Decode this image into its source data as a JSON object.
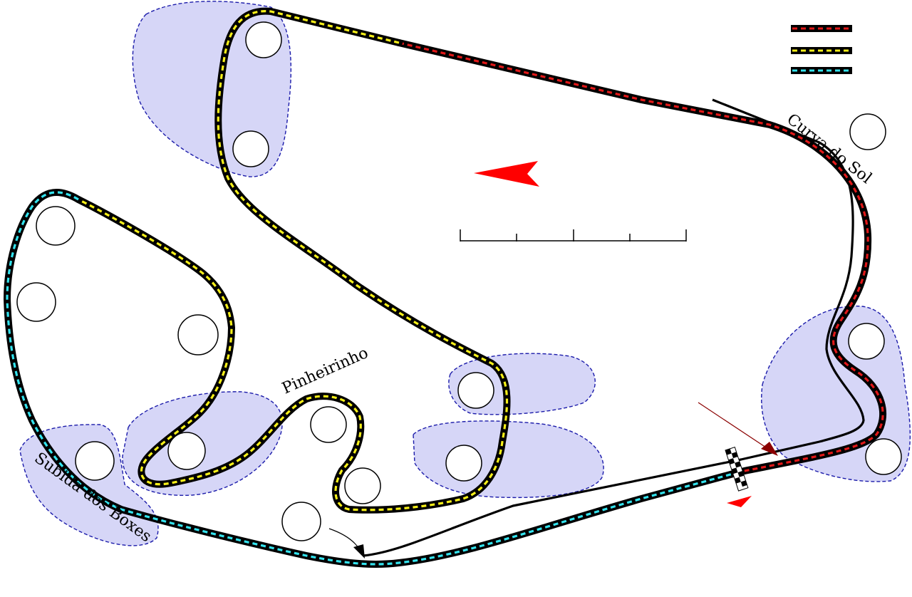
{
  "colors": {
    "sector1": "#e01818",
    "sector2": "#f7f019",
    "sector3": "#33e3ee",
    "zone_fill": "#d6d6f7",
    "zone_stroke": "#1b1baa",
    "arrow_red": "#ff0000",
    "pit_arrow": "#8b0000"
  },
  "icons": [
    "direction-arrow-icon",
    "checkered-flag-icon",
    "pointer-arrow-icon"
  ],
  "labels": {
    "curva_do_sol": "Curva do Sol",
    "pinheirinho": "Pinheirinho",
    "subida_dos_boxes": "Subida dos Boxes"
  },
  "turn_markers": [
    "",
    "",
    "",
    "",
    "",
    "",
    "",
    "",
    "",
    "",
    "",
    "",
    "",
    "",
    ""
  ]
}
